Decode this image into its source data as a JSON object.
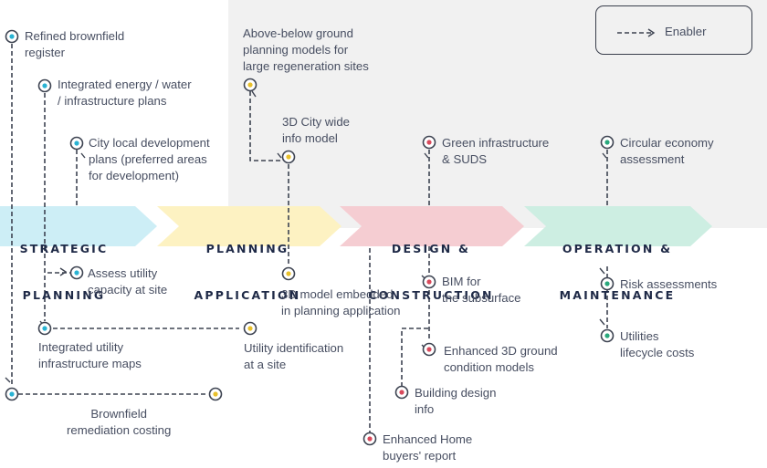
{
  "colors": {
    "band": "#f1f1f1",
    "line": "#3d4351",
    "text": "#474e61",
    "stage_text": "#1f2a47",
    "strategic": "#cdeef6",
    "planning": "#fdf2c2",
    "design": "#f5cdd2",
    "operation": "#cdeee2",
    "dot_blue": "#2ab3d3",
    "dot_yellow": "#e8c02c",
    "dot_red": "#d84a5c",
    "dot_green": "#29a87c"
  },
  "legend": {
    "label": "Enabler"
  },
  "stages": [
    {
      "id": "strategic",
      "line1": "STRATEGIC",
      "line2": "PLANNING"
    },
    {
      "id": "planning",
      "line1": "PLANNING",
      "line2": "APPLICATION"
    },
    {
      "id": "design",
      "line1": "DESIGN &",
      "line2": "CONSTRUCTION"
    },
    {
      "id": "operation",
      "line1": "OPERATION &",
      "line2": "MAINTENANCE"
    }
  ],
  "items": {
    "refined_brownfield": "Refined brownfield\nregister",
    "integrated_energy": "Integrated energy / water\n/ infrastructure plans",
    "city_local_dev": "City local development\nplans (preferred areas\nfor development)",
    "above_below": "Above-below ground\nplanning models for\nlarge regeneration sites",
    "city_info_model": "3D City wide\ninfo model",
    "green_infra": "Green infrastructure\n& SUDS",
    "circular_economy": "Circular economy\nassessment",
    "assess_utility": "Assess utility\ncapacity at site",
    "model_embedded": "3D model embedded\nin planning application",
    "bim_subsurface": "BIM for\nthe subsurface",
    "risk_assessments": "Risk assessments",
    "integrated_utility_maps": "Integrated utility\ninfrastructure maps",
    "utility_identification": "Utility identification\nat a site",
    "enhanced_ground": "Enhanced 3D ground\ncondition models",
    "utilities_lifecycle": "Utilities\nlifecycle costs",
    "building_design": "Building design\ninfo",
    "brownfield_costing": "Brownfield\nremediation costing",
    "home_buyers": "Enhanced Home\nbuyers' report"
  }
}
